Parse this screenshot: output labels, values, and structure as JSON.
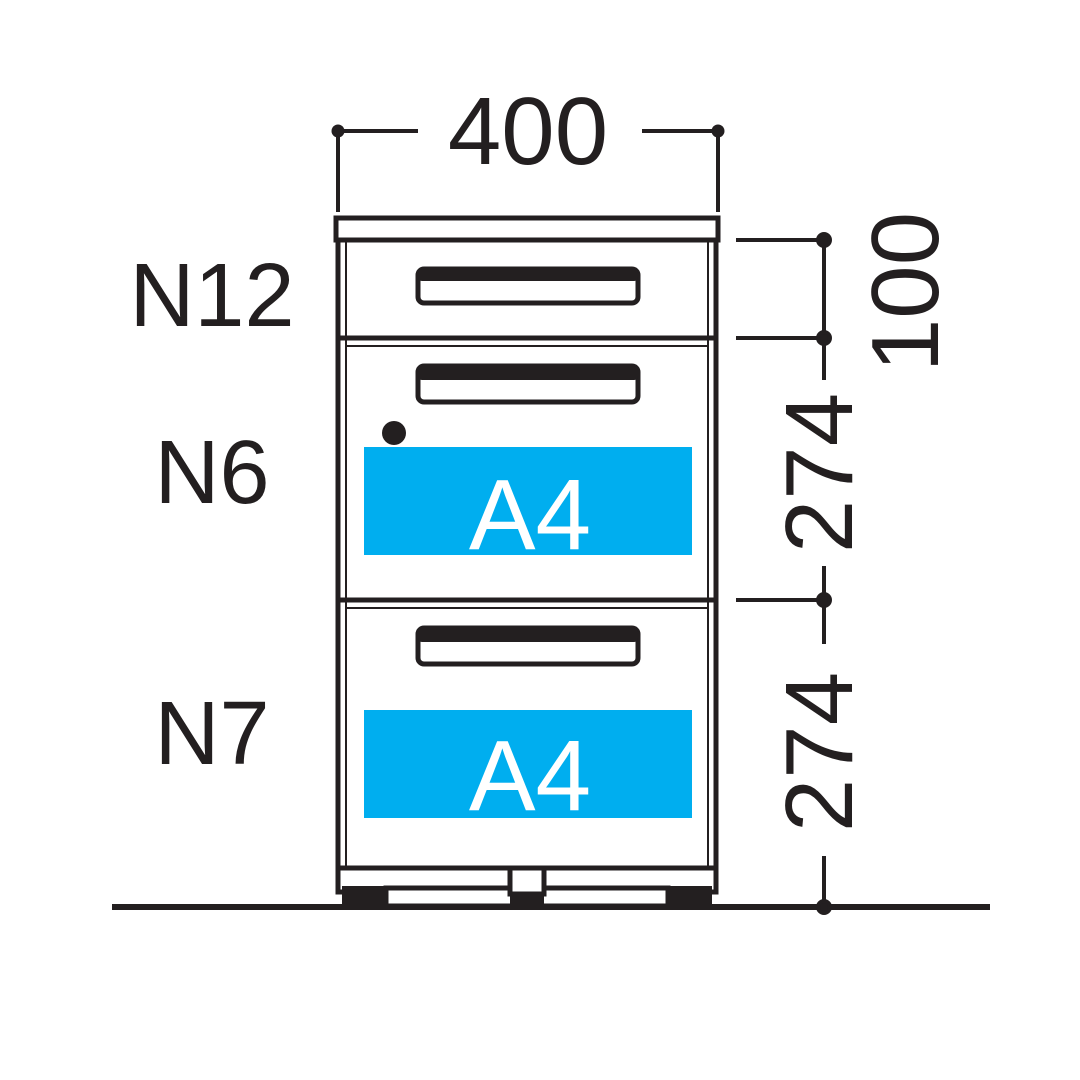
{
  "colors": {
    "line": "#231f20",
    "paper_highlight": "#00aeef",
    "background": "#ffffff"
  },
  "dimensions": {
    "width": "400",
    "top_drawer_height": "100",
    "middle_drawer_height": "274",
    "bottom_drawer_height": "274"
  },
  "drawers": [
    {
      "label": "N12"
    },
    {
      "label": "N6",
      "paper_size": "A4"
    },
    {
      "label": "N7",
      "paper_size": "A4"
    }
  ]
}
